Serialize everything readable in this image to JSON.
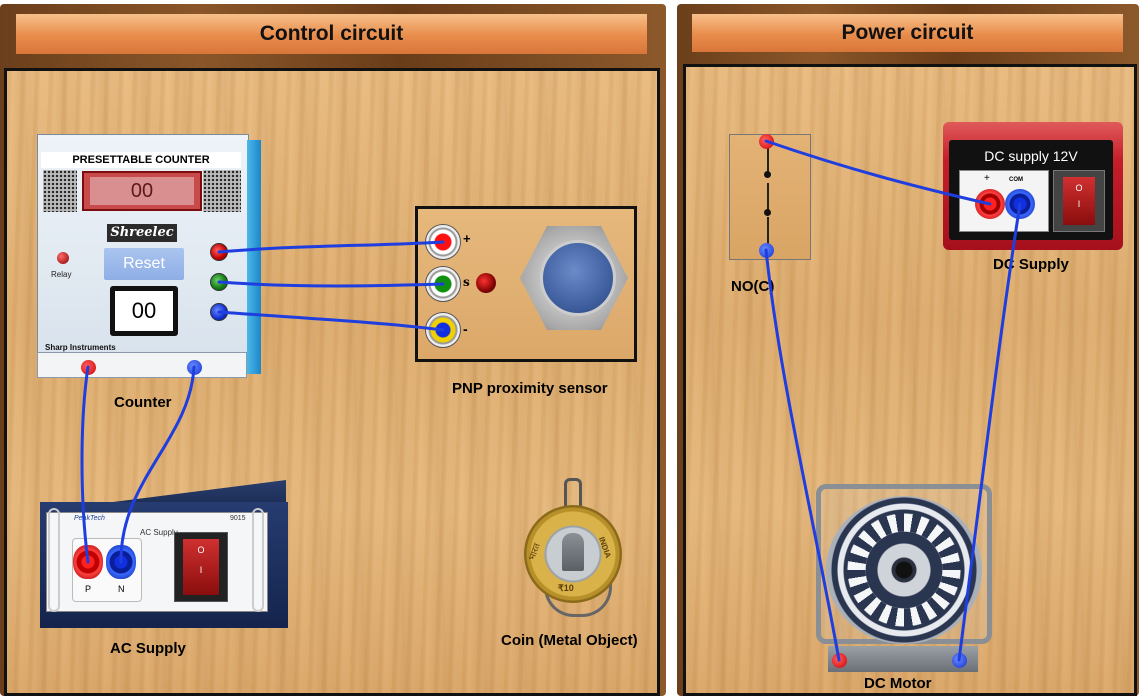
{
  "control": {
    "title": "Control circuit",
    "counter": {
      "header": "PRESETTABLE COUNTER",
      "display": "00",
      "brand": "Shreelec",
      "reset_label": "Reset",
      "relay_label": "Relay",
      "preset_value": "00",
      "maker": "Sharp Instruments",
      "caption": "Counter"
    },
    "sensor": {
      "plus_label": "+",
      "s_label": "s",
      "minus_label": "-",
      "caption": "PNP proximity sensor"
    },
    "ac_supply": {
      "brand": "PeakTech",
      "model": "9015",
      "panel_label": "AC Supply",
      "p_label": "P",
      "n_label": "N",
      "caption": "AC Supply",
      "switch_on": "I",
      "switch_off": "O"
    },
    "coin": {
      "caption": "Coin (Metal Object)",
      "left_text": "भारत",
      "right_text": "INDIA",
      "value": "₹10"
    }
  },
  "power": {
    "title": "Power circuit",
    "switch_caption": "NO(C)",
    "dc_supply": {
      "header": "DC supply 12V",
      "plus_label": "+",
      "com_label": "COM",
      "caption": "DC Supply",
      "switch_on": "I",
      "switch_off": "O"
    },
    "motor_caption": "DC Motor"
  },
  "colors": {
    "wire": "#1f3ee0",
    "red_terminal": "#e01010",
    "blue_terminal": "#1030e0",
    "green_terminal": "#1a8a1a",
    "title_bar": "#e88c4b"
  }
}
